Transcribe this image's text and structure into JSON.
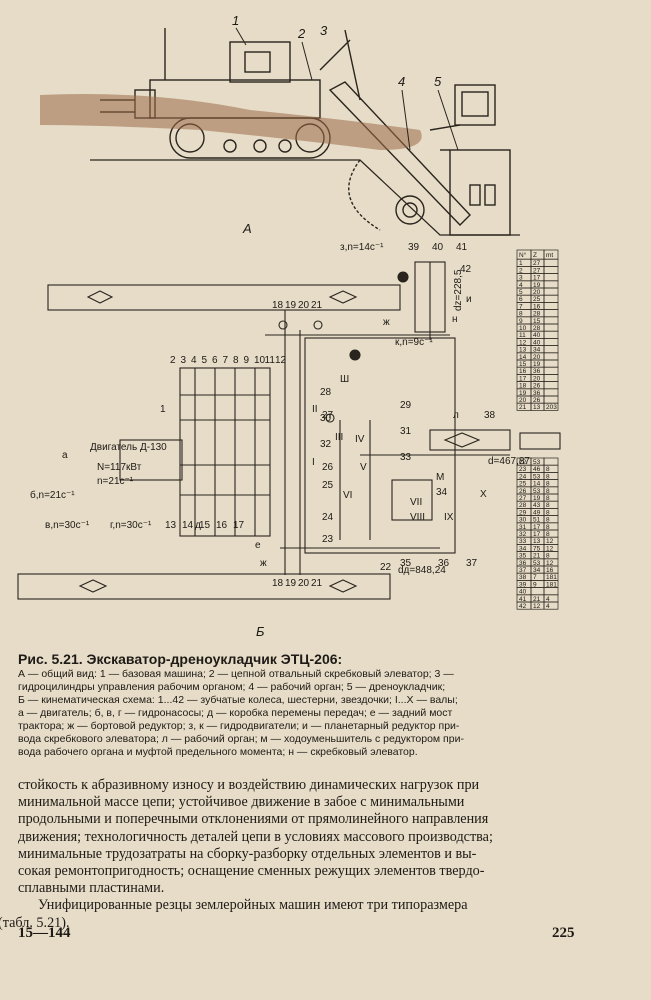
{
  "figure": {
    "label_A": "А",
    "label_B": "Б",
    "top_callouts": [
      "1",
      "2",
      "3",
      "4",
      "5"
    ],
    "labels": {
      "z_n14": "з,n=14c⁻¹",
      "k_n9": "к,n=9c⁻¹",
      "dz": "dz=228,5",
      "d467": "d=467,87",
      "dd848": "dд=848,24",
      "engine": "Двигатель Д-130",
      "engine_n": "N=117кВт",
      "engine_rpm": "n=21c⁻¹",
      "a": "а",
      "b_n": "б,n=21c⁻¹",
      "v_n": "в,n=30c⁻¹",
      "g_n": "г,n=30c⁻¹",
      "d_lbl": "д",
      "e_lbl": "е",
      "zh_lbl": "ж",
      "l_lbl": "л",
      "m_lbl": "М",
      "i_lbl": "и",
      "n_lbl": "н",
      "sh_lbl": "Ш",
      "gear_row_left": [
        "2",
        "3",
        "4",
        "5",
        "6",
        "7",
        "8",
        "9",
        "10",
        "11",
        "12"
      ],
      "gear_row_bottom": [
        "13",
        "14",
        "15",
        "16",
        "17"
      ],
      "gear_18_21_top": [
        "18",
        "19",
        "20",
        "21"
      ],
      "gear_18_21_bottom": [
        "18",
        "19",
        "20",
        "21"
      ],
      "gear_28_33": [
        "28",
        "29",
        "30",
        "31",
        "32",
        "33"
      ],
      "gear_misc": [
        "1",
        "22",
        "23",
        "24",
        "25",
        "26",
        "27",
        "34",
        "35",
        "36",
        "37",
        "38",
        "39",
        "40",
        "41",
        "42"
      ],
      "shafts": [
        "I",
        "II",
        "III",
        "IV",
        "V",
        "VI",
        "VII",
        "VIII",
        "IX",
        "X"
      ]
    },
    "table_top": {
      "headers": [
        "N°",
        "Z",
        "mt"
      ],
      "rows": [
        [
          "1",
          "27",
          ""
        ],
        [
          "2",
          "27",
          ""
        ],
        [
          "3",
          "17",
          ""
        ],
        [
          "4",
          "19",
          ""
        ],
        [
          "5",
          "20",
          ""
        ],
        [
          "6",
          "25",
          ""
        ],
        [
          "7",
          "16",
          ""
        ],
        [
          "8",
          "28",
          ""
        ],
        [
          "9",
          "15",
          ""
        ],
        [
          "10",
          "28",
          ""
        ],
        [
          "11",
          "40",
          ""
        ],
        [
          "12",
          "40",
          ""
        ],
        [
          "13",
          "34",
          ""
        ],
        [
          "14",
          "20",
          ""
        ],
        [
          "15",
          "19",
          ""
        ],
        [
          "16",
          "36",
          ""
        ],
        [
          "17",
          "20",
          ""
        ],
        [
          "18",
          "26",
          ""
        ],
        [
          "19",
          "36",
          ""
        ],
        [
          "20",
          "26",
          ""
        ],
        [
          "21",
          "13",
          "203"
        ]
      ]
    },
    "table_bottom": {
      "rows": [
        [
          "22",
          "53",
          ""
        ],
        [
          "23",
          "46",
          "8"
        ],
        [
          "24",
          "53",
          "8"
        ],
        [
          "25",
          "14",
          "8"
        ],
        [
          "26",
          "53",
          "8"
        ],
        [
          "27",
          "19",
          "8"
        ],
        [
          "28",
          "43",
          "8"
        ],
        [
          "29",
          "49",
          "8"
        ],
        [
          "30",
          "51",
          "8"
        ],
        [
          "31",
          "17",
          "8"
        ],
        [
          "32",
          "17",
          "8"
        ],
        [
          "33",
          "13",
          "12"
        ],
        [
          "34",
          "75",
          "12"
        ],
        [
          "35",
          "21",
          "8"
        ],
        [
          "36",
          "53",
          "12"
        ],
        [
          "37",
          "34",
          "16"
        ],
        [
          "38",
          "7",
          "181"
        ],
        [
          "39",
          "9",
          "181"
        ],
        [
          "40",
          "",
          ""
        ],
        [
          "41",
          "21",
          "4"
        ],
        [
          "42",
          "12",
          "4"
        ]
      ]
    }
  },
  "caption": {
    "title": "Рис. 5.21. Экскаватор-дреноукладчик ЭТЦ-206:",
    "lines": [
      "А — общий вид: 1 — базовая машина; 2 — цепной отвальный скребковый элеватор; 3 —",
      "гидроцилиндры управления рабочим органом; 4 — рабочий орган; 5 — дреноукладчик;",
      "Б — кинематическая схема: 1...42 — зубчатые колеса, шестерни, звездочки; I...X — валы;",
      "а — двигатель; б, в, г — гидронасосы; д — коробка перемены передач; е — задний мост",
      "трактора; ж — бортовой редуктор; з, к — гидродвигатели; и — планетарный редуктор при-",
      "вода скребкового элеватора; л — рабочий орган; м — ходоуменьшитель с редуктором при-",
      "вода рабочего органа и муфтой предельного момента; н — скребковый элеватор."
    ]
  },
  "body": {
    "lines": [
      "стойкость к абразивному износу и воздействию динамических нагрузок при",
      "минимальной массе цепи; устойчивое движение в забое с минимальными",
      "продольными и поперечными отклонениями от прямолинейного направления",
      "движения; технологичность деталей цепи в условиях массового производства;",
      "минимальные трудозатраты на сборку-разборку отдельных элементов и вы-",
      "сокая ремонтопригодность; оснащение сменных режущих элементов твердо-",
      "сплавными пластинами."
    ],
    "paragraph2": [
      "Унифицированные резцы землеройных машин имеют три типоразмера",
      "(табл. 5.21)."
    ]
  },
  "footer": {
    "left": "15—144",
    "right": "225"
  }
}
